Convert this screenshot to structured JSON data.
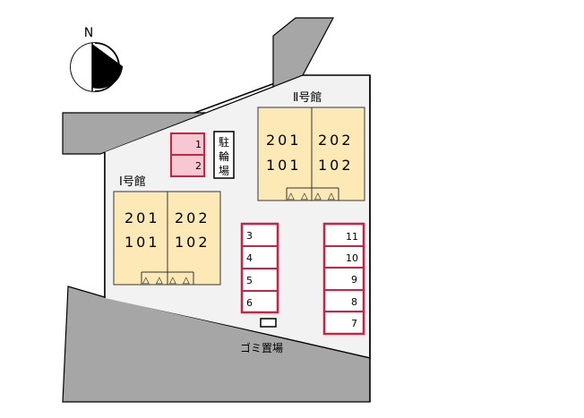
{
  "compass": {
    "label": "N"
  },
  "buildings": [
    {
      "name": "Ⅰ号館",
      "units": {
        "left_top": "201",
        "left_bottom": "101",
        "right_top": "202",
        "right_bottom": "102"
      },
      "steps": [
        "△",
        "△",
        "△",
        "△"
      ]
    },
    {
      "name": "Ⅱ号館",
      "units": {
        "left_top": "201",
        "left_bottom": "101",
        "right_top": "202",
        "right_bottom": "102"
      },
      "steps": [
        "△",
        "△",
        "△",
        "△"
      ]
    }
  ],
  "bike_parking": {
    "label_chars": [
      "駐",
      "輪",
      "場"
    ],
    "spaces": [
      "1",
      "2"
    ]
  },
  "parking_middle": [
    "3",
    "4",
    "5",
    "6"
  ],
  "parking_right": [
    "11",
    "10",
    "9",
    "8",
    "7"
  ],
  "garbage": {
    "label": "ゴミ置場"
  },
  "colors": {
    "road": "#a6a6a6",
    "lot": "#f2f2f2",
    "building": "#fde9b6",
    "building_stroke": "#555555",
    "parking_stroke": "#cc2244",
    "bike_fill": "#f7c7d2"
  }
}
